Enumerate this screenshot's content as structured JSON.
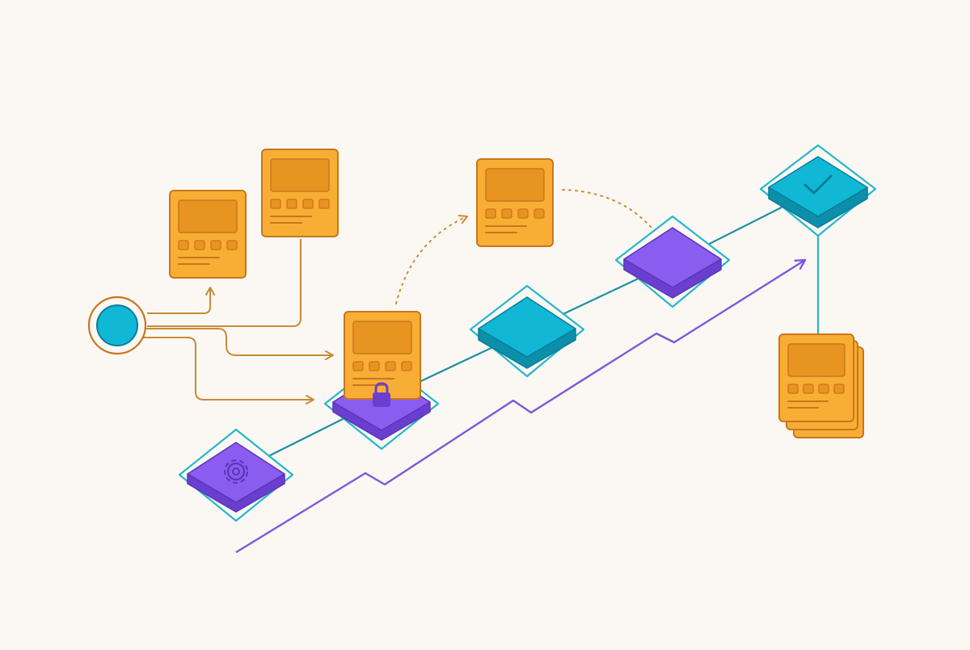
{
  "colors": {
    "background": "#FBF8F4",
    "orange": "#F8AD35",
    "orange_dark": "#E89421",
    "orange_outline": "#C9761C",
    "connector": "#C98B34",
    "purple": "#8B5CF0",
    "purple_dark": "#6A3FD0",
    "teal": "#10B8D6",
    "teal_dark": "#0B8FAA",
    "halo": "#25B7CC",
    "track": "#1D8FA3",
    "trend": "#7E57DA"
  },
  "nodes": [
    {
      "id": "stage-1",
      "color": "purple",
      "icon": "gear-icon"
    },
    {
      "id": "stage-2",
      "color": "purple",
      "icon": "lock-icon"
    },
    {
      "id": "stage-3",
      "color": "teal",
      "icon": "none"
    },
    {
      "id": "stage-4",
      "color": "purple",
      "icon": "none"
    },
    {
      "id": "stage-5",
      "color": "teal",
      "icon": "check-icon"
    }
  ],
  "cards": [
    {
      "id": "card-a",
      "icon": "template-card-icon"
    },
    {
      "id": "card-b",
      "icon": "template-card-icon"
    },
    {
      "id": "card-c",
      "icon": "template-card-icon"
    },
    {
      "id": "card-d",
      "icon": "template-card-icon"
    },
    {
      "id": "card-stack",
      "icon": "template-card-stack-icon"
    }
  ],
  "source": {
    "icon": "source-circle-icon"
  }
}
